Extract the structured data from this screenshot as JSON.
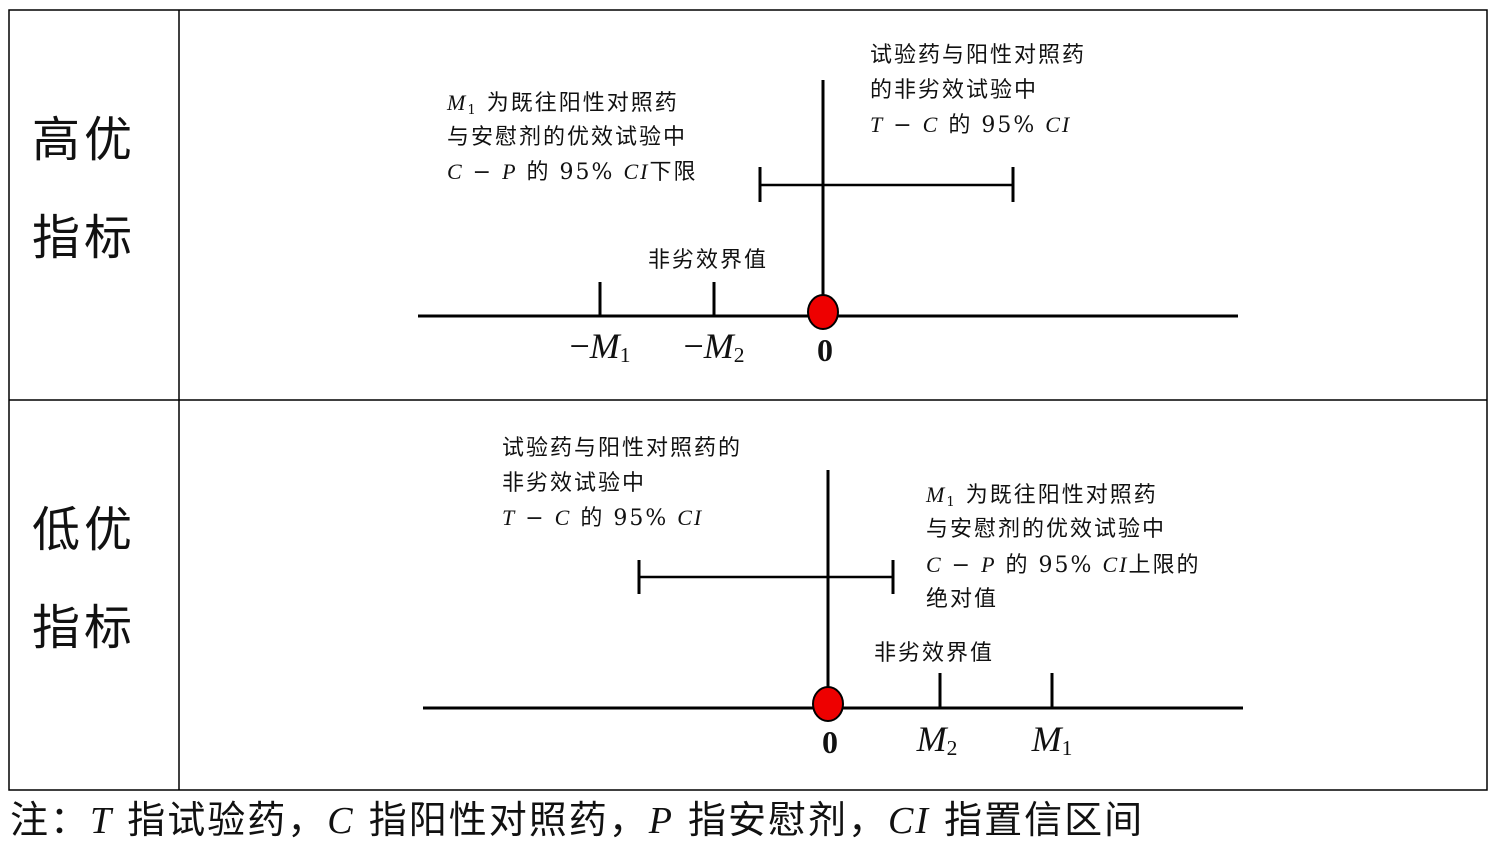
{
  "top_panel": {
    "side_label": [
      "高优",
      "指标"
    ],
    "ci_note": {
      "line1": "试验药与阳性对照药",
      "line2": "的非劣效试验中",
      "line3": {
        "a": "T",
        "b": " − ",
        "c": "C",
        "d": " 的 95% ",
        "e": "CI"
      }
    },
    "m1_note": {
      "line1": {
        "m": "M",
        "sub": "1",
        "rest": " 为既往阳性对照药"
      },
      "line2": "与安慰剂的优效试验中",
      "line3": {
        "a": "C",
        "b": " − ",
        "c": "P",
        "d": " 的 95% ",
        "e": "CI",
        "f": "下限"
      }
    },
    "margin_label": "非劣效界值",
    "ticks": [
      {
        "sign": "−",
        "m": "M",
        "sub": "1"
      },
      {
        "sign": "−",
        "m": "M",
        "sub": "2"
      }
    ],
    "zero": "0"
  },
  "bottom_panel": {
    "side_label": [
      "低优",
      "指标"
    ],
    "ci_note": {
      "line1": "试验药与阳性对照药的",
      "line2": "非劣效试验中",
      "line3": {
        "a": "T",
        "b": " − ",
        "c": "C",
        "d": " 的 95% ",
        "e": "CI"
      }
    },
    "m1_note": {
      "line1": {
        "m": "M",
        "sub": "1",
        "rest": " 为既往阳性对照药"
      },
      "line2": "与安慰剂的优效试验中",
      "line3": {
        "a": "C",
        "b": " − ",
        "c": "P",
        "d": " 的 95% ",
        "e": "CI",
        "f": "上限的"
      },
      "line4": "绝对值"
    },
    "margin_label": "非劣效界值",
    "ticks": [
      {
        "m": "M",
        "sub": "2"
      },
      {
        "m": "M",
        "sub": "1"
      }
    ],
    "zero": "0"
  },
  "footnote": {
    "prefix": "注：",
    "t": "T",
    "t_text": " 指试验药，",
    "c": "C",
    "c_text": " 指阳性对照药，",
    "p": "P",
    "p_text": " 指安慰剂，",
    "ci": "CI",
    "ci_text": " 指置信区间"
  },
  "colors": {
    "point": "#ee0000",
    "line": "#000000"
  }
}
